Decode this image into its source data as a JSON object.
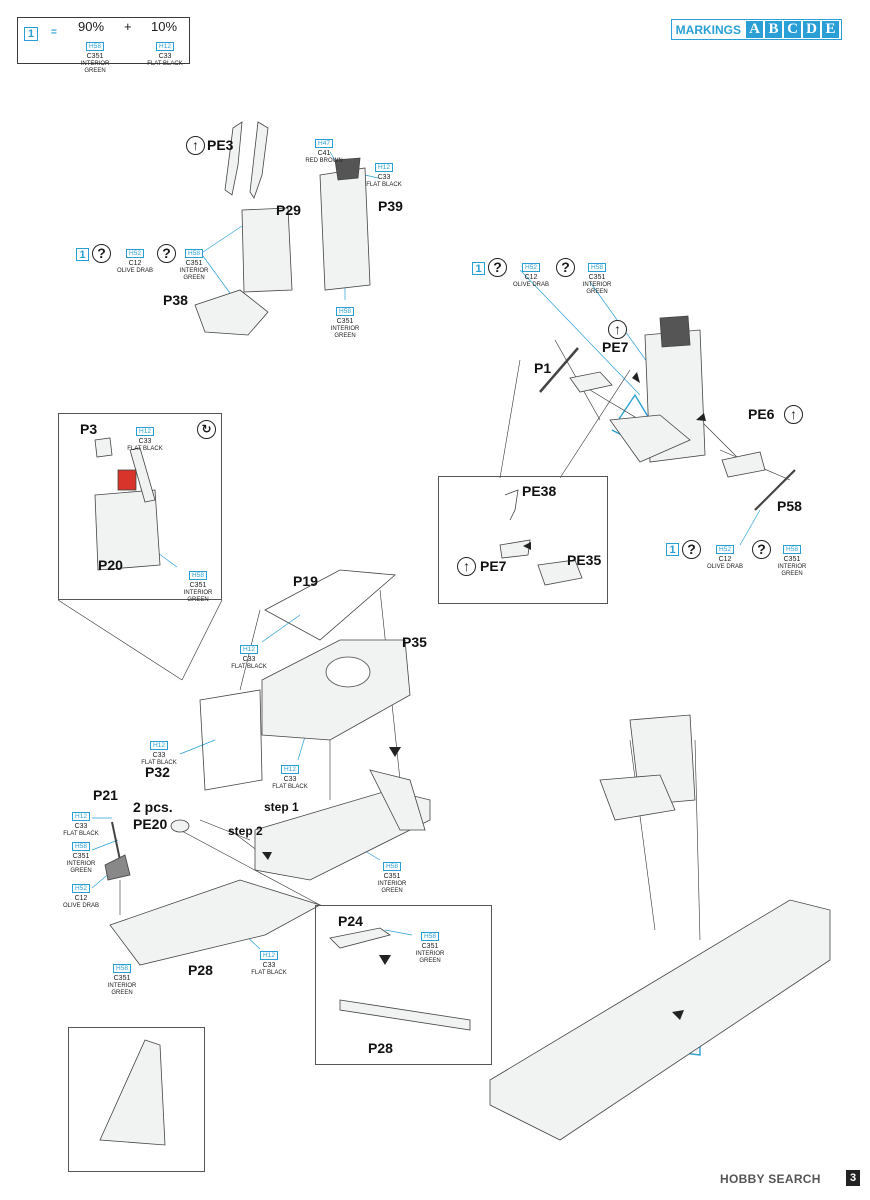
{
  "mix": {
    "step": "1",
    "equals": "=",
    "plus": "+",
    "pct_a": "90%",
    "pct_b": "10%",
    "a": {
      "h": "H58",
      "c": "C351",
      "n1": "INTERIOR",
      "n2": "GREEN"
    },
    "b": {
      "h": "H12",
      "c": "C33",
      "n1": "FLAT BLACK",
      "n2": ""
    }
  },
  "markings": {
    "label": "MARKINGS",
    "letters": [
      "A",
      "B",
      "C",
      "D",
      "E"
    ]
  },
  "parts": {
    "pe3": "PE3",
    "p29": "P29",
    "p39": "P39",
    "p38": "P38",
    "p1": "P1",
    "pe7_top": "PE7",
    "pe6": "PE6",
    "p58": "P58",
    "pe38": "PE38",
    "pe35": "PE35",
    "pe7_inset": "PE7",
    "p3": "P3",
    "p20": "P20",
    "p19": "P19",
    "p35": "P35",
    "p32": "P32",
    "p21": "P21",
    "pcs": "2 pcs.",
    "pe20": "PE20",
    "step1": "step 1",
    "step2": "step 2",
    "p28": "P28",
    "p24": "P24",
    "p28_inset": "P28"
  },
  "callouts": {
    "h47": {
      "h": "H47",
      "c": "C41",
      "n1": "RED BROWN",
      "n2": ""
    },
    "h12_top": {
      "h": "H12",
      "c": "C33",
      "n1": "FLAT BLACK",
      "n2": ""
    },
    "h52_a": {
      "h": "H52",
      "c": "C12",
      "n1": "OLIVE DRAB",
      "n2": ""
    },
    "h58_a": {
      "h": "H58",
      "c": "C351",
      "n1": "INTERIOR",
      "n2": "GREEN"
    },
    "h58_b": {
      "h": "H58",
      "c": "C351",
      "n1": "INTERIOR",
      "n2": "GREEN"
    },
    "h52_b": {
      "h": "H52",
      "c": "C12",
      "n1": "OLIVE DRAB",
      "n2": ""
    },
    "h58_c": {
      "h": "H58",
      "c": "C351",
      "n1": "INTERIOR",
      "n2": "GREEN"
    },
    "h52_c": {
      "h": "H52",
      "c": "C12",
      "n1": "OLIVE DRAB",
      "n2": ""
    },
    "h58_d": {
      "h": "H58",
      "c": "C351",
      "n1": "INTERIOR",
      "n2": "GREEN"
    },
    "h12_p3": {
      "h": "H12",
      "c": "C33",
      "n1": "FLAT BLACK",
      "n2": ""
    },
    "h58_p20": {
      "h": "H58",
      "c": "C351",
      "n1": "INTERIOR",
      "n2": "GREEN"
    },
    "h12_p19": {
      "h": "H12",
      "c": "C33",
      "n1": "FLAT BLACK",
      "n2": ""
    },
    "h12_p32": {
      "h": "H12",
      "c": "C33",
      "n1": "FLAT BLACK",
      "n2": ""
    },
    "h12_p35": {
      "h": "H12",
      "c": "C33",
      "n1": "FLAT BLACK",
      "n2": ""
    },
    "h12_p21": {
      "h": "H12",
      "c": "C33",
      "n1": "FLAT BLACK",
      "n2": ""
    },
    "h58_p21": {
      "h": "H58",
      "c": "C351",
      "n1": "INTERIOR",
      "n2": "GREEN"
    },
    "h52_p21": {
      "h": "H52",
      "c": "C12",
      "n1": "OLIVE DRAB",
      "n2": ""
    },
    "h58_floor": {
      "h": "H58",
      "c": "C351",
      "n1": "INTERIOR",
      "n2": "GREEN"
    },
    "h58_p28": {
      "h": "H58",
      "c": "C351",
      "n1": "INTERIOR",
      "n2": "GREEN"
    },
    "h12_p28": {
      "h": "H12",
      "c": "C33",
      "n1": "FLAT BLACK",
      "n2": ""
    },
    "h58_p24": {
      "h": "H58",
      "c": "C351",
      "n1": "INTERIOR",
      "n2": "GREEN"
    }
  },
  "step_refs": {
    "a": "1",
    "b": "1",
    "c": "1"
  },
  "symbols": {
    "question": "?",
    "flip": "↻"
  },
  "footer": {
    "logo": "HOBBY SEARCH",
    "page": "3"
  },
  "colors": {
    "accent": "#2a9fd6",
    "highlight": "#d9342b"
  }
}
